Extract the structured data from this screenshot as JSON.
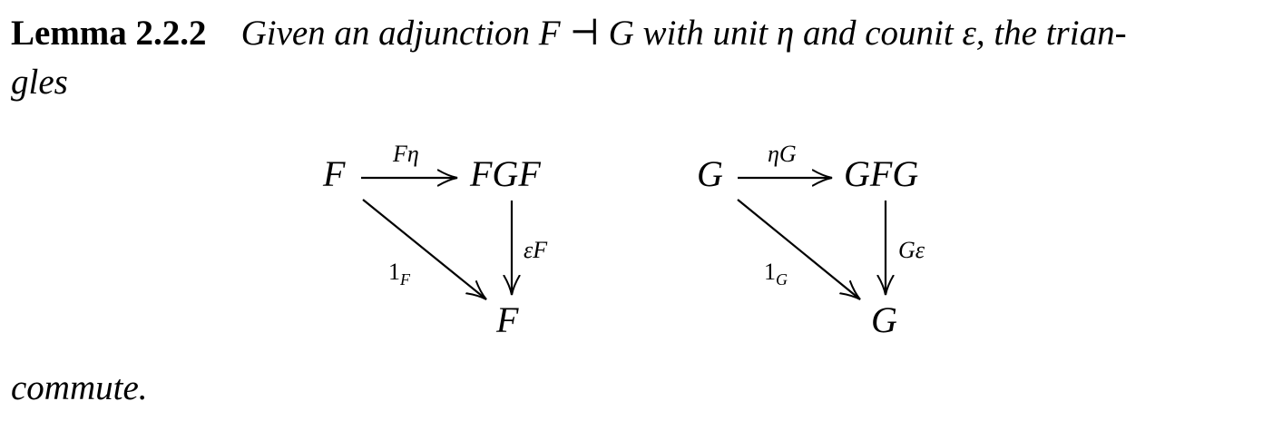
{
  "lemma": {
    "label": "Lemma 2.2.2",
    "text_line1": "Given an adjunction F ⊣ G with unit η and counit ε, the trian-",
    "text_line2": "gles",
    "closing": "commute."
  },
  "diagram_left": {
    "node_top_left": "F",
    "node_top_right": "FGF",
    "node_bottom": "F",
    "arrow_top_label": "Fη",
    "arrow_right_label": "εF",
    "arrow_diag_base": "1",
    "arrow_diag_sub": "F"
  },
  "diagram_right": {
    "node_top_left": "G",
    "node_top_right": "GFG",
    "node_bottom": "G",
    "arrow_top_label": "ηG",
    "arrow_right_label": "Gε",
    "arrow_diag_base": "1",
    "arrow_diag_sub": "G"
  }
}
